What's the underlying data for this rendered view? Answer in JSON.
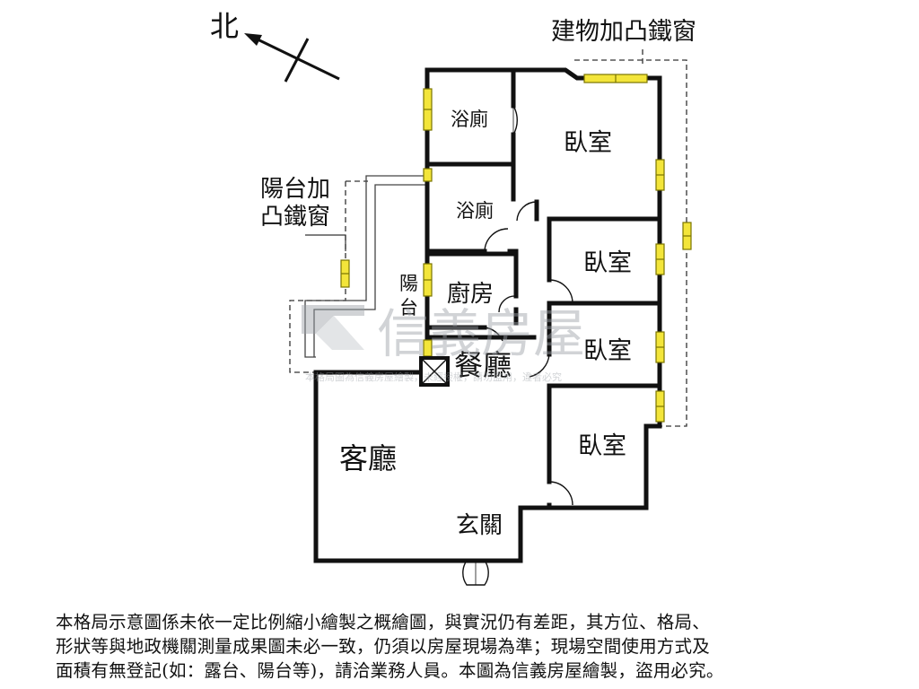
{
  "compass": {
    "north_label": "北"
  },
  "annotations": {
    "building_bay_window": "建物加凸鐵窗",
    "balcony_bay_window_line1": "陽台加",
    "balcony_bay_window_line2": "凸鐵窗"
  },
  "rooms": {
    "bathroom_1": "浴廁",
    "bathroom_2": "浴廁",
    "bedroom_1": "臥室",
    "bedroom_2": "臥室",
    "bedroom_3": "臥室",
    "bedroom_4": "臥室",
    "kitchen": "廚房",
    "balcony_1": "陽",
    "balcony_2": "台",
    "dining": "餐廳",
    "living": "客廳",
    "foyer": "玄關"
  },
  "watermark": {
    "brand": "信義房屋",
    "tagline": "本格局圖為信義房屋繪製，未經授權，請勿盜用，違者必究"
  },
  "disclaimer": [
    "本格局示意圖係未依一定比例縮小繪製之概繪圖，與實況仍有差距，其方位、格局、",
    "形狀等與地政機關測量成果圖未必一致，仍須以房屋現場為準；現場空間使用方式及",
    "面積有無登記(如：露台、陽台等)，請洽業務人員。本圖為信義房屋繪製，盜用必究。"
  ],
  "colors": {
    "wall": "#111111",
    "window_fill": "#f3e53a",
    "window_edge": "#7a7400",
    "watermark": "#9aa0a6"
  }
}
